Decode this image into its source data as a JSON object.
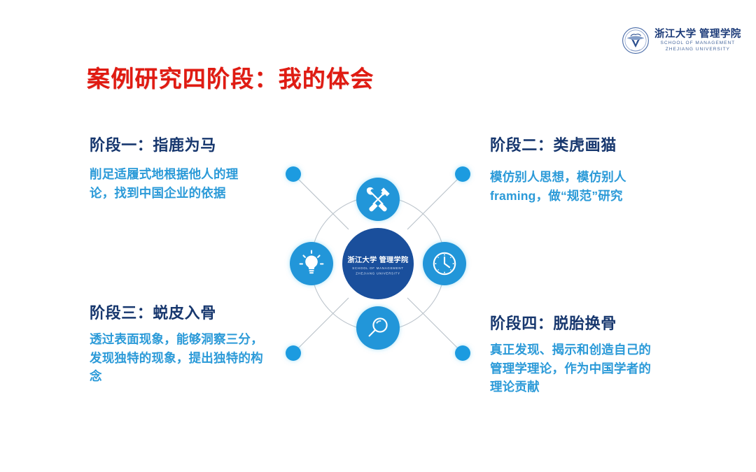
{
  "slide": {
    "title": "案例研究四阶段：我的体会",
    "title_color": "#e01b12",
    "background_color": "#ffffff"
  },
  "brand": {
    "name_cn": "浙江大学 管理学院",
    "name_en_line1": "SCHOOL OF MANAGEMENT",
    "name_en_line2": "ZHEJIANG UNIVERSITY",
    "emblem_icon": "zju-crest-icon",
    "color": "#1b3a78"
  },
  "stages": [
    {
      "heading": "阶段一：指鹿为马",
      "body": "削足适履式地根据他人的理论，找到中国企业的依据",
      "heading_color": "#17376e",
      "body_color": "#2b9ad8"
    },
    {
      "heading": "阶段二：类虎画猫",
      "body": "模仿别人思想，模仿别人framing，做“规范”研究",
      "heading_color": "#17376e",
      "body_color": "#2b9ad8"
    },
    {
      "heading": "阶段三：蜕皮入骨",
      "body": "透过表面现象，能够洞察三分，发现独特的现象，提出独特的构念",
      "heading_color": "#17376e",
      "body_color": "#2b9ad8"
    },
    {
      "heading": "阶段四：脱胎换骨",
      "body": "真正发现、揭示和创造自己的管理学理论，作为中国学者的理论贡献",
      "heading_color": "#17376e",
      "body_color": "#2b9ad8"
    }
  ],
  "diagram": {
    "core": {
      "name_cn": "浙江大学 管理学院",
      "name_en_line1": "SCHOOL OF MANAGEMENT",
      "name_en_line2": "ZHEJIANG UNIVERSITY",
      "fill_color": "#1a4f9c"
    },
    "node_color": "#2196d9",
    "dot_color": "#1e9be0",
    "ring_color": "#bcc4cc",
    "nodes": [
      {
        "position": "top",
        "icon": "hammer-wrench-icon"
      },
      {
        "position": "left",
        "icon": "lightbulb-icon"
      },
      {
        "position": "right",
        "icon": "clock-icon"
      },
      {
        "position": "bottom",
        "icon": "magnifier-icon"
      }
    ],
    "corner_dots": [
      {
        "position": "top-left"
      },
      {
        "position": "top-right"
      },
      {
        "position": "bottom-left"
      },
      {
        "position": "bottom-right"
      }
    ]
  }
}
